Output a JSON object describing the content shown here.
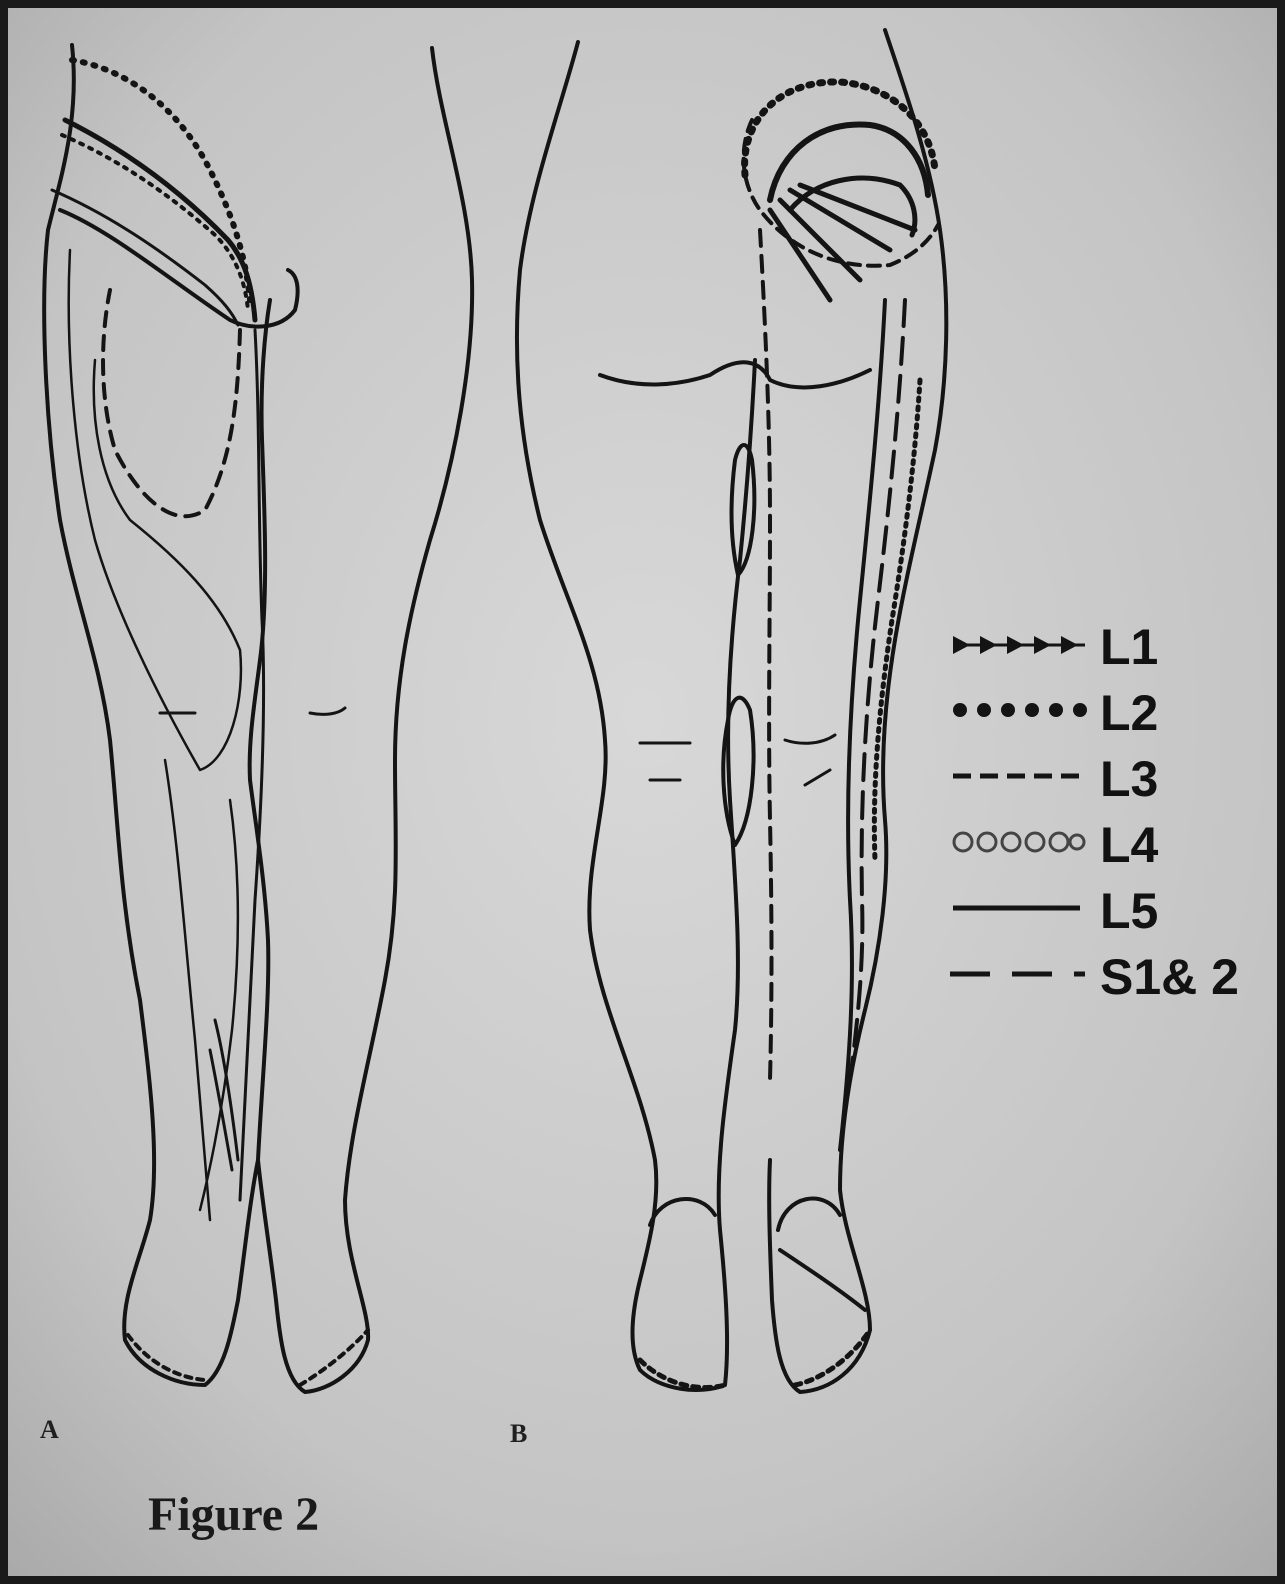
{
  "figure": {
    "caption": "Figure 2",
    "panels": [
      {
        "id": "a",
        "label": "A"
      },
      {
        "id": "b",
        "label": "B"
      }
    ]
  },
  "legend": {
    "items": [
      {
        "id": "l1",
        "label": "L1",
        "style": "arrowheads"
      },
      {
        "id": "l2",
        "label": "L2",
        "style": "dense-dots"
      },
      {
        "id": "l3",
        "label": "L3",
        "style": "short-dashes"
      },
      {
        "id": "l4",
        "label": "L4",
        "style": "small-circles"
      },
      {
        "id": "l5",
        "label": "L5",
        "style": "solid"
      },
      {
        "id": "s12",
        "label": "S1& 2",
        "style": "long-dashes"
      }
    ]
  },
  "colors": {
    "paper": "#c9c9c9",
    "ink": "#141414",
    "frame": "#1a1a1a"
  }
}
